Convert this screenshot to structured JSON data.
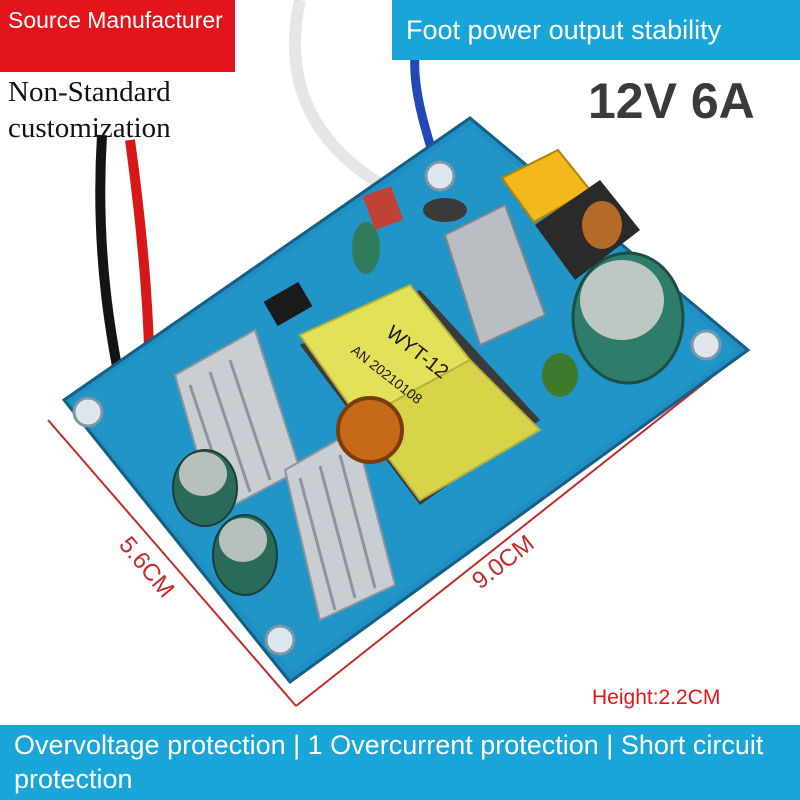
{
  "banner": {
    "source_label": "Source Manufacturer",
    "stability_label": "Foot power output stability",
    "custom_label": "Non-Standard customization",
    "spec_label": "12V 6A"
  },
  "board": {
    "transformer_model": "WYT-12",
    "transformer_code": "AN 20210108",
    "width_label": "9.0CM",
    "depth_label": "5.6CM",
    "height_label": "Height:2.2CM"
  },
  "footer": {
    "protection_text": "Overvoltage protection | 1 Overcurrent protection | Short circuit protection"
  },
  "colors": {
    "red_accent": "#e3141b",
    "blue_accent": "#1aa5d9",
    "pcb": "#1c86b8"
  }
}
